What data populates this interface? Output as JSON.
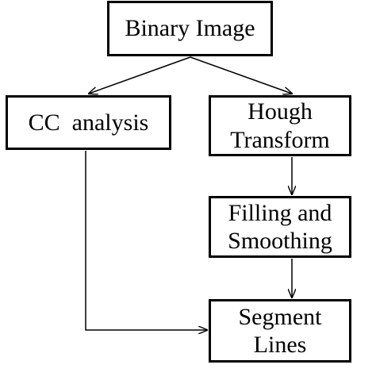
{
  "diagram": {
    "nodes": [
      {
        "id": "binary",
        "label": "Binary Image"
      },
      {
        "id": "cc",
        "label": "CC  analysis"
      },
      {
        "id": "hough",
        "label": "Hough\nTransform"
      },
      {
        "id": "fill",
        "label": "Filling and\nSmoothing"
      },
      {
        "id": "segment",
        "label": "Segment\nLines"
      }
    ],
    "edges": [
      {
        "from": "binary",
        "to": "cc"
      },
      {
        "from": "binary",
        "to": "hough"
      },
      {
        "from": "hough",
        "to": "fill"
      },
      {
        "from": "fill",
        "to": "segment"
      },
      {
        "from": "cc",
        "to": "segment"
      }
    ]
  }
}
